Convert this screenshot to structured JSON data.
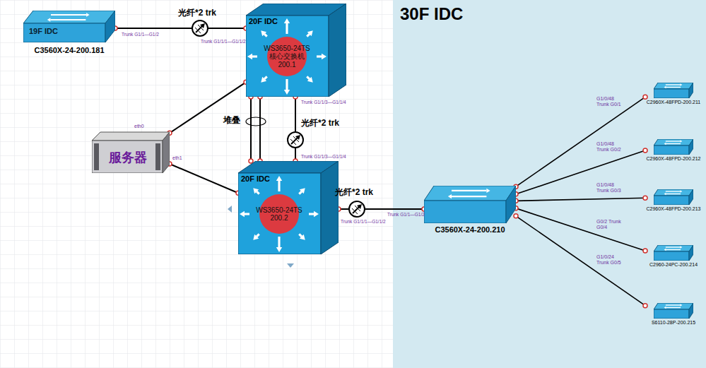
{
  "diagram": {
    "nodes": [
      {
        "text": [
          "19F IDC",
          "C3560X-24-200.181"
        ]
      },
      {
        "text": [
          "20F IDC",
          "WS3650-24TS 核心交换机 200.1"
        ]
      },
      {
        "text": [
          "服务器"
        ]
      },
      {
        "text": [
          "20F IDC",
          "WS3650-24TS 200.2"
        ]
      },
      {
        "text": [
          "30F IDC"
        ]
      },
      {
        "text": [
          "C3560X-24-200.210"
        ],
        "in": 4
      },
      {
        "text": [
          "C2960X-48FPD-200.211"
        ],
        "in": 4
      },
      {
        "text": [
          "C2960X-48FPD-200.212"
        ],
        "in": 4
      },
      {
        "text": [
          "C2960X-48FPD-200.213"
        ],
        "in": 4
      },
      {
        "text": [
          "C2960-24PC-200.214"
        ],
        "in": 4
      },
      {
        "text": [
          "S6110-28P-200.215"
        ],
        "in": 4
      }
    ],
    "edges": [
      {
        "from": 0,
        "to": 1,
        "label": "光纤*2 trk",
        "arrow": "none"
      },
      {
        "from": 1,
        "to": 2,
        "arrow": "none"
      },
      {
        "from": 2,
        "to": 3,
        "arrow": "none"
      },
      {
        "from": 1,
        "to": 3,
        "label": "堆叠",
        "arrow": "none"
      },
      {
        "from": 1,
        "to": 3,
        "arrow": "none"
      },
      {
        "from": 1,
        "to": 3,
        "label": "光纤*2 trk",
        "arrow": "none"
      },
      {
        "from": 3,
        "to": 5,
        "label": "光纤*2 trk",
        "arrow": "none"
      },
      {
        "from": 5,
        "to": 6,
        "arrow": "none"
      },
      {
        "from": 5,
        "to": 7,
        "arrow": "none"
      },
      {
        "from": 5,
        "to": 8,
        "arrow": "none"
      },
      {
        "from": 5,
        "to": 9,
        "arrow": "none"
      },
      {
        "from": 5,
        "to": 10,
        "arrow": "none"
      }
    ],
    "labels": [
      "Trunk G1/1—G1/2",
      "Trunk G1/1/1—G1/1/2",
      "eth0",
      "eth1",
      "Trunk G1/1/3—G1/1/4",
      "Trunk G1/1/3—G1/1/4",
      "Trunk G1/1/1—G1/1/2",
      "Trunk G1/1—G1/2",
      "G1/0/48 Trunk G0/1",
      "G1/0/48 Trunk G0/2",
      "G1/0/48 Trunk G0/3",
      "G0/2 Trunk G0/4",
      "G1/0/24 Trunk G0/5"
    ]
  }
}
